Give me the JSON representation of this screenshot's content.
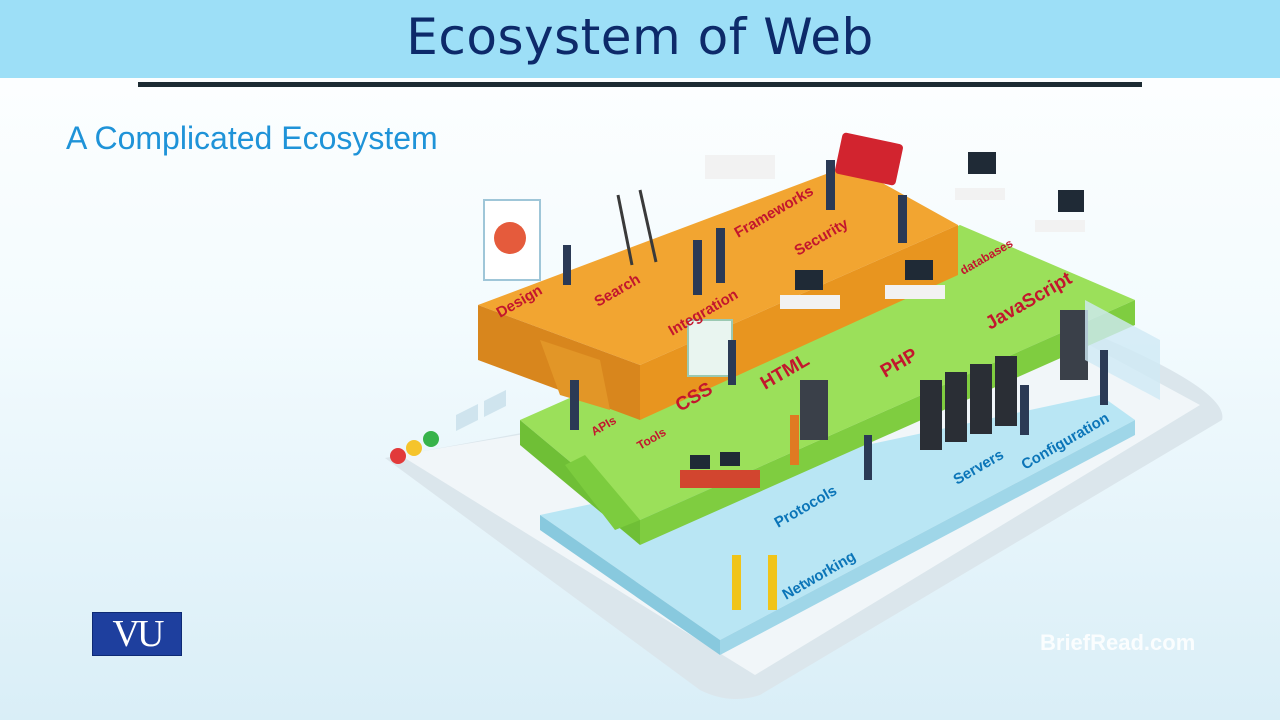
{
  "slide": {
    "title": "Ecosystem of Web",
    "subtitle": "A Complicated Ecosystem"
  },
  "logo": {
    "text": "VU"
  },
  "watermark": {
    "text": "BriefRead.com"
  },
  "illustration": {
    "labels": {
      "design": "Design",
      "search": "Search",
      "integration": "Integration",
      "frameworks": "Frameworks",
      "security": "Security",
      "databases": "databases",
      "javascript": "JavaScript",
      "php": "PHP",
      "html": "HTML",
      "css": "CSS",
      "tools": "Tools",
      "apis": "APIs",
      "protocols": "Protocols",
      "servers": "Servers",
      "configuration": "Configuration",
      "networking": "Networking"
    },
    "colors": {
      "orange": "#f2a531",
      "green": "#8ed84d",
      "light_blue": "#b9e6f4",
      "device": "#e6eef2",
      "red_label": "#c3162d",
      "blue_label": "#0b75b8"
    }
  }
}
